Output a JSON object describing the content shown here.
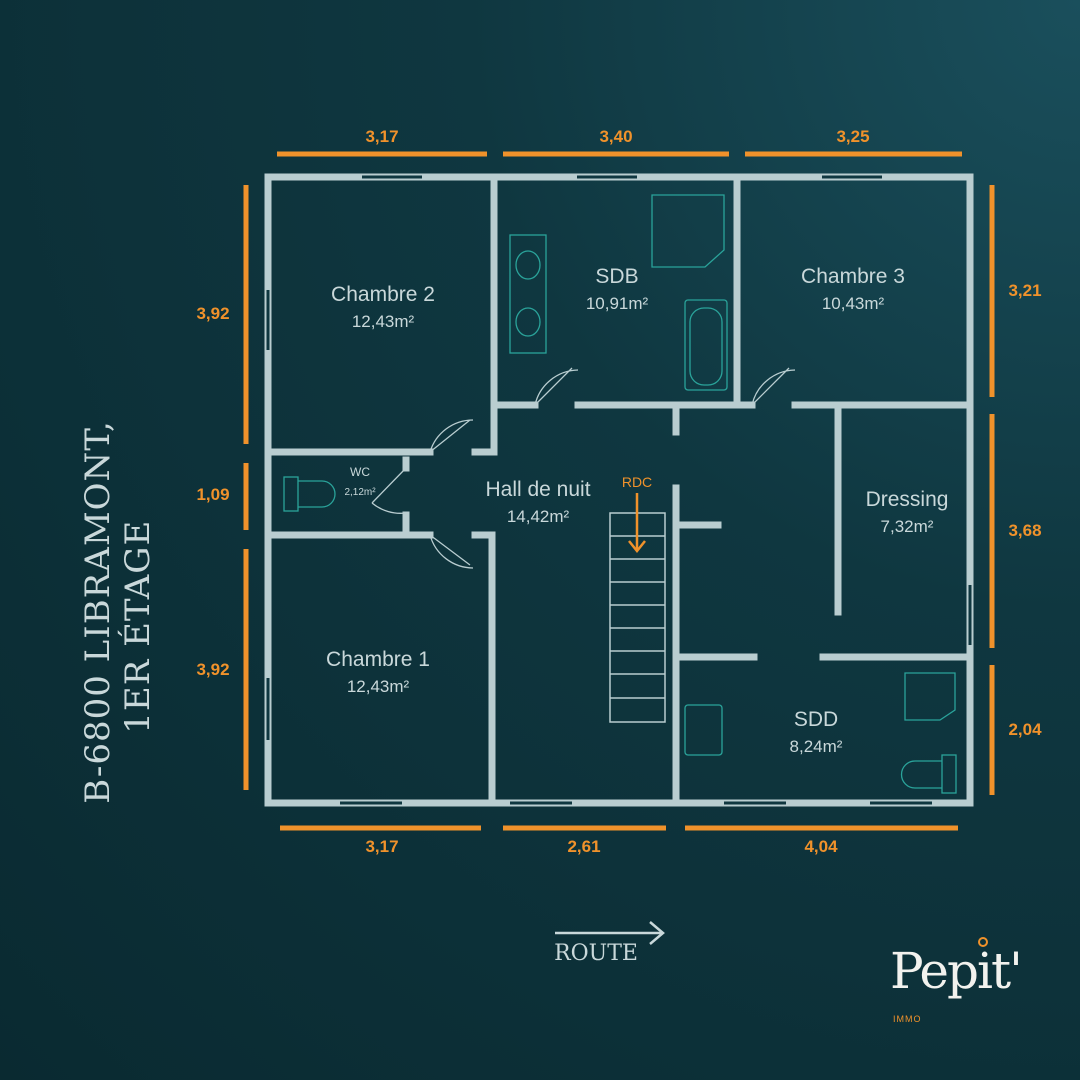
{
  "title": {
    "line1": "B-6800 LIBRAMONT,",
    "line2": "1ER ÉTAGE"
  },
  "rooms": [
    {
      "name": "Chambre 2",
      "area": "12,43m²"
    },
    {
      "name": "SDB",
      "area": "10,91m²"
    },
    {
      "name": "Chambre 3",
      "area": "10,43m²"
    },
    {
      "name": "WC",
      "area": "2,12m²"
    },
    {
      "name": "Hall de nuit",
      "area": "14,42m²"
    },
    {
      "name": "Dressing",
      "area": "7,32m²"
    },
    {
      "name": "Chambre 1",
      "area": "12,43m²"
    },
    {
      "name": "SDD",
      "area": "8,24m²"
    }
  ],
  "stairs_label": "RDC",
  "dimensions": {
    "top": [
      "3,17",
      "3,40",
      "3,25"
    ],
    "bottom": [
      "3,17",
      "2,61",
      "4,04"
    ],
    "left": [
      "3,92",
      "1,09",
      "3,92"
    ],
    "right": [
      "3,21",
      "3,68",
      "2,04"
    ]
  },
  "route_label": "ROUTE",
  "logo": {
    "brand": "Pepit'",
    "sub": "IMMO"
  },
  "colors": {
    "accent": "#f0922b",
    "wall": "#b9cdd0",
    "fixture": "#2aa39a"
  }
}
